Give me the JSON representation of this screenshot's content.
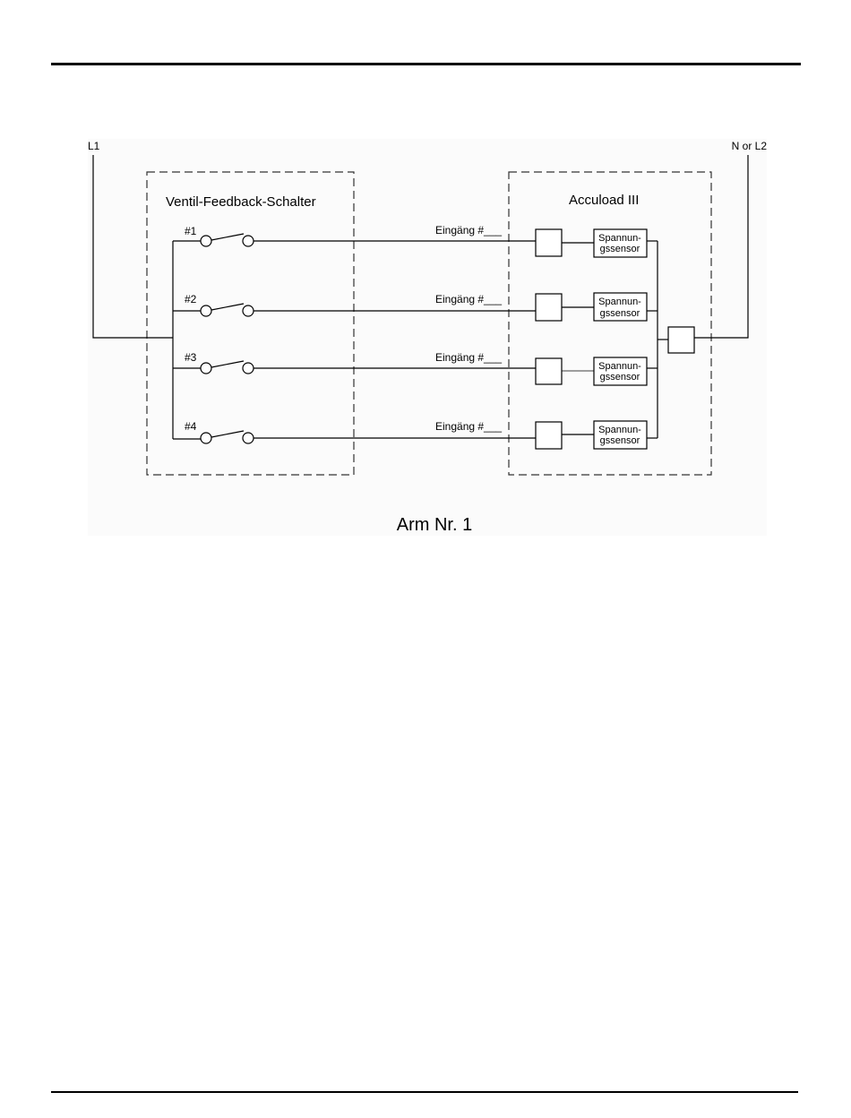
{
  "diagram": {
    "terminal_left": "L1",
    "terminal_right": "N or L2",
    "group_left_title": "Ventil-Feedback-Schalter",
    "group_right_title": "Accuload III",
    "caption": "Arm Nr. 1",
    "branches": [
      {
        "switch_label": "#1",
        "input_label": "Eingäng #___",
        "sensor_line1": "Spannun-",
        "sensor_line2": "gssensor"
      },
      {
        "switch_label": "#2",
        "input_label": "Eingäng #___",
        "sensor_line1": "Spannun-",
        "sensor_line2": "gssensor"
      },
      {
        "switch_label": "#3",
        "input_label": "Eingäng #___",
        "sensor_line1": "Spannun-",
        "sensor_line2": "gssensor"
      },
      {
        "switch_label": "#4",
        "input_label": "Eingäng #___",
        "sensor_line1": "Spannun-",
        "sensor_line2": "gssensor"
      }
    ]
  }
}
